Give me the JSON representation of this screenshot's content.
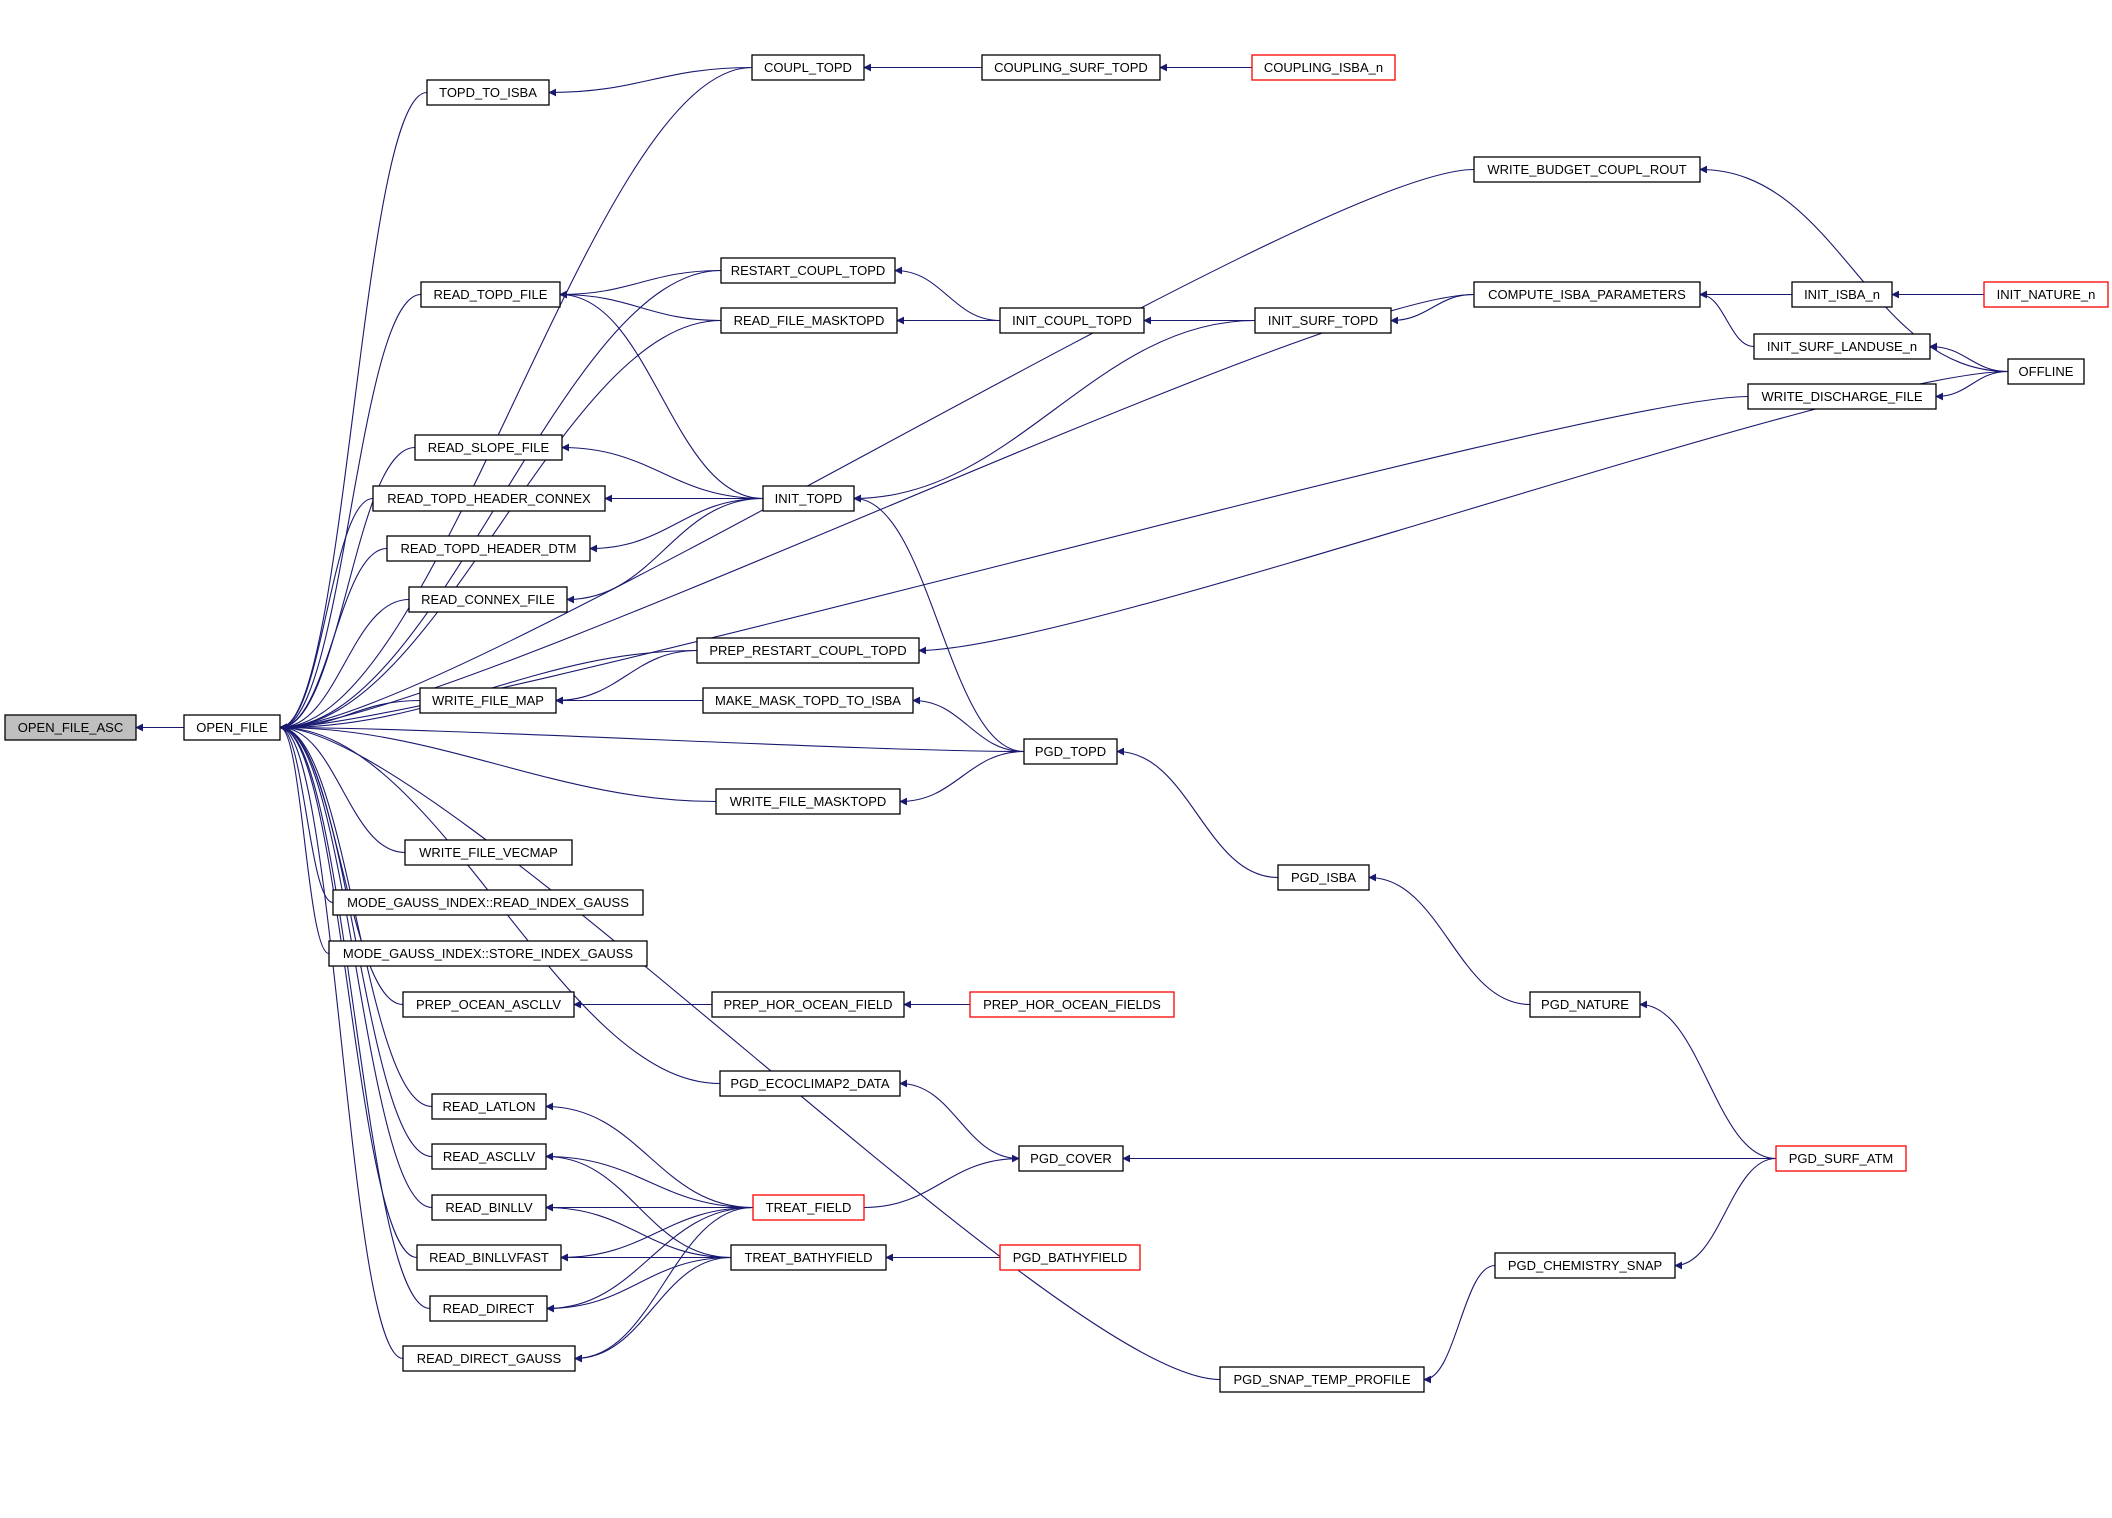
{
  "graph": {
    "nodes": [
      {
        "id": "OPEN_FILE_ASC",
        "label": "OPEN_FILE_ASC",
        "highlight": true
      },
      {
        "id": "OPEN_FILE",
        "label": "OPEN_FILE"
      },
      {
        "id": "COUPL_TOPD",
        "label": "COUPL_TOPD"
      },
      {
        "id": "COUPLING_SURF_TOPD",
        "label": "COUPLING_SURF_TOPD"
      },
      {
        "id": "COUPLING_ISBA_n",
        "label": "COUPLING_ISBA_n",
        "truncated": true
      },
      {
        "id": "TOPD_TO_ISBA",
        "label": "TOPD_TO_ISBA"
      },
      {
        "id": "WRITE_BUDGET_COUPL_ROUT",
        "label": "WRITE_BUDGET_COUPL_ROUT"
      },
      {
        "id": "OFFLINE",
        "label": "OFFLINE"
      },
      {
        "id": "RESTART_COUPL_TOPD",
        "label": "RESTART_COUPL_TOPD"
      },
      {
        "id": "READ_TOPD_FILE",
        "label": "READ_TOPD_FILE"
      },
      {
        "id": "READ_FILE_MASKTOPD",
        "label": "READ_FILE_MASKTOPD"
      },
      {
        "id": "INIT_COUPL_TOPD",
        "label": "INIT_COUPL_TOPD"
      },
      {
        "id": "INIT_SURF_TOPD",
        "label": "INIT_SURF_TOPD"
      },
      {
        "id": "COMPUTE_ISBA_PARAMETERS",
        "label": "COMPUTE_ISBA_PARAMETERS"
      },
      {
        "id": "INIT_ISBA_n",
        "label": "INIT_ISBA_n"
      },
      {
        "id": "INIT_NATURE_n",
        "label": "INIT_NATURE_n",
        "truncated": true
      },
      {
        "id": "INIT_SURF_LANDUSE_n",
        "label": "INIT_SURF_LANDUSE_n"
      },
      {
        "id": "WRITE_DISCHARGE_FILE",
        "label": "WRITE_DISCHARGE_FILE"
      },
      {
        "id": "READ_SLOPE_FILE",
        "label": "READ_SLOPE_FILE"
      },
      {
        "id": "READ_TOPD_HEADER_CONNEX",
        "label": "READ_TOPD_HEADER_CONNEX"
      },
      {
        "id": "INIT_TOPD",
        "label": "INIT_TOPD"
      },
      {
        "id": "READ_TOPD_HEADER_DTM",
        "label": "READ_TOPD_HEADER_DTM"
      },
      {
        "id": "READ_CONNEX_FILE",
        "label": "READ_CONNEX_FILE"
      },
      {
        "id": "PREP_RESTART_COUPL_TOPD",
        "label": "PREP_RESTART_COUPL_TOPD"
      },
      {
        "id": "WRITE_FILE_MAP",
        "label": "WRITE_FILE_MAP"
      },
      {
        "id": "MAKE_MASK_TOPD_TO_ISBA",
        "label": "MAKE_MASK_TOPD_TO_ISBA"
      },
      {
        "id": "PGD_TOPD",
        "label": "PGD_TOPD"
      },
      {
        "id": "WRITE_FILE_MASKTOPD",
        "label": "WRITE_FILE_MASKTOPD"
      },
      {
        "id": "WRITE_FILE_VECMAP",
        "label": "WRITE_FILE_VECMAP"
      },
      {
        "id": "READ_INDEX_GAUSS",
        "label": "MODE_GAUSS_INDEX::READ_INDEX_GAUSS"
      },
      {
        "id": "STORE_INDEX_GAUSS",
        "label": "MODE_GAUSS_INDEX::STORE_INDEX_GAUSS"
      },
      {
        "id": "PGD_ISBA",
        "label": "PGD_ISBA"
      },
      {
        "id": "PREP_OCEAN_ASCLLV",
        "label": "PREP_OCEAN_ASCLLV"
      },
      {
        "id": "PREP_HOR_OCEAN_FIELD",
        "label": "PREP_HOR_OCEAN_FIELD"
      },
      {
        "id": "PREP_HOR_OCEAN_FIELDS",
        "label": "PREP_HOR_OCEAN_FIELDS",
        "truncated": true
      },
      {
        "id": "PGD_NATURE",
        "label": "PGD_NATURE"
      },
      {
        "id": "PGD_ECOCLIMAP2_DATA",
        "label": "PGD_ECOCLIMAP2_DATA"
      },
      {
        "id": "READ_LATLON",
        "label": "READ_LATLON"
      },
      {
        "id": "READ_ASCLLV",
        "label": "READ_ASCLLV"
      },
      {
        "id": "PGD_COVER",
        "label": "PGD_COVER"
      },
      {
        "id": "PGD_SURF_ATM",
        "label": "PGD_SURF_ATM",
        "truncated": true
      },
      {
        "id": "READ_BINLLV",
        "label": "READ_BINLLV"
      },
      {
        "id": "TREAT_FIELD",
        "label": "TREAT_FIELD",
        "truncated": true
      },
      {
        "id": "READ_BINLLVFAST",
        "label": "READ_BINLLVFAST"
      },
      {
        "id": "TREAT_BATHYFIELD",
        "label": "TREAT_BATHYFIELD"
      },
      {
        "id": "PGD_BATHYFIELD",
        "label": "PGD_BATHYFIELD",
        "truncated": true
      },
      {
        "id": "PGD_CHEMISTRY_SNAP",
        "label": "PGD_CHEMISTRY_SNAP"
      },
      {
        "id": "READ_DIRECT",
        "label": "READ_DIRECT"
      },
      {
        "id": "READ_DIRECT_GAUSS",
        "label": "READ_DIRECT_GAUSS"
      },
      {
        "id": "PGD_SNAP_TEMP_PROFILE",
        "label": "PGD_SNAP_TEMP_PROFILE"
      }
    ],
    "edges": [
      [
        "OPEN_FILE",
        "OPEN_FILE_ASC"
      ],
      [
        "COUPL_TOPD",
        "OPEN_FILE"
      ],
      [
        "TOPD_TO_ISBA",
        "OPEN_FILE"
      ],
      [
        "WRITE_BUDGET_COUPL_ROUT",
        "OPEN_FILE"
      ],
      [
        "COMPUTE_ISBA_PARAMETERS",
        "OPEN_FILE"
      ],
      [
        "RESTART_COUPL_TOPD",
        "OPEN_FILE"
      ],
      [
        "READ_TOPD_FILE",
        "OPEN_FILE"
      ],
      [
        "READ_FILE_MASKTOPD",
        "OPEN_FILE"
      ],
      [
        "WRITE_DISCHARGE_FILE",
        "OPEN_FILE"
      ],
      [
        "READ_SLOPE_FILE",
        "OPEN_FILE"
      ],
      [
        "READ_TOPD_HEADER_CONNEX",
        "OPEN_FILE"
      ],
      [
        "READ_TOPD_HEADER_DTM",
        "OPEN_FILE"
      ],
      [
        "READ_CONNEX_FILE",
        "OPEN_FILE"
      ],
      [
        "PREP_RESTART_COUPL_TOPD",
        "OPEN_FILE"
      ],
      [
        "WRITE_FILE_MAP",
        "OPEN_FILE"
      ],
      [
        "PGD_TOPD",
        "OPEN_FILE"
      ],
      [
        "WRITE_FILE_MASKTOPD",
        "OPEN_FILE"
      ],
      [
        "WRITE_FILE_VECMAP",
        "OPEN_FILE"
      ],
      [
        "READ_INDEX_GAUSS",
        "OPEN_FILE"
      ],
      [
        "STORE_INDEX_GAUSS",
        "OPEN_FILE"
      ],
      [
        "PREP_OCEAN_ASCLLV",
        "OPEN_FILE"
      ],
      [
        "PGD_ECOCLIMAP2_DATA",
        "OPEN_FILE"
      ],
      [
        "READ_LATLON",
        "OPEN_FILE"
      ],
      [
        "READ_ASCLLV",
        "OPEN_FILE"
      ],
      [
        "READ_BINLLV",
        "OPEN_FILE"
      ],
      [
        "READ_BINLLVFAST",
        "OPEN_FILE"
      ],
      [
        "READ_DIRECT",
        "OPEN_FILE"
      ],
      [
        "READ_DIRECT_GAUSS",
        "OPEN_FILE"
      ],
      [
        "PGD_SNAP_TEMP_PROFILE",
        "OPEN_FILE"
      ],
      [
        "COUPL_TOPD",
        "TOPD_TO_ISBA"
      ],
      [
        "COUPLING_SURF_TOPD",
        "COUPL_TOPD"
      ],
      [
        "COUPLING_ISBA_n",
        "COUPLING_SURF_TOPD"
      ],
      [
        "OFFLINE",
        "WRITE_BUDGET_COUPL_ROUT"
      ],
      [
        "RESTART_COUPL_TOPD",
        "READ_TOPD_FILE"
      ],
      [
        "READ_FILE_MASKTOPD",
        "READ_TOPD_FILE"
      ],
      [
        "INIT_TOPD",
        "READ_TOPD_FILE"
      ],
      [
        "INIT_COUPL_TOPD",
        "RESTART_COUPL_TOPD"
      ],
      [
        "INIT_COUPL_TOPD",
        "READ_FILE_MASKTOPD"
      ],
      [
        "INIT_SURF_TOPD",
        "INIT_COUPL_TOPD"
      ],
      [
        "COMPUTE_ISBA_PARAMETERS",
        "INIT_SURF_TOPD"
      ],
      [
        "INIT_ISBA_n",
        "COMPUTE_ISBA_PARAMETERS"
      ],
      [
        "INIT_SURF_LANDUSE_n",
        "COMPUTE_ISBA_PARAMETERS"
      ],
      [
        "INIT_NATURE_n",
        "INIT_ISBA_n"
      ],
      [
        "OFFLINE",
        "INIT_SURF_LANDUSE_n"
      ],
      [
        "OFFLINE",
        "WRITE_DISCHARGE_FILE"
      ],
      [
        "INIT_TOPD",
        "READ_SLOPE_FILE"
      ],
      [
        "INIT_TOPD",
        "READ_TOPD_HEADER_CONNEX"
      ],
      [
        "INIT_TOPD",
        "READ_TOPD_HEADER_DTM"
      ],
      [
        "INIT_TOPD",
        "READ_CONNEX_FILE"
      ],
      [
        "INIT_SURF_TOPD",
        "INIT_TOPD"
      ],
      [
        "PGD_TOPD",
        "INIT_TOPD"
      ],
      [
        "OFFLINE",
        "PREP_RESTART_COUPL_TOPD"
      ],
      [
        "PREP_RESTART_COUPL_TOPD",
        "WRITE_FILE_MAP"
      ],
      [
        "MAKE_MASK_TOPD_TO_ISBA",
        "WRITE_FILE_MAP"
      ],
      [
        "PGD_TOPD",
        "MAKE_MASK_TOPD_TO_ISBA"
      ],
      [
        "PGD_TOPD",
        "WRITE_FILE_MASKTOPD"
      ],
      [
        "PGD_ISBA",
        "PGD_TOPD"
      ],
      [
        "PGD_NATURE",
        "PGD_ISBA"
      ],
      [
        "PGD_SURF_ATM",
        "PGD_NATURE"
      ],
      [
        "PREP_HOR_OCEAN_FIELD",
        "PREP_OCEAN_ASCLLV"
      ],
      [
        "PREP_HOR_OCEAN_FIELDS",
        "PREP_HOR_OCEAN_FIELD"
      ],
      [
        "PGD_COVER",
        "PGD_ECOCLIMAP2_DATA"
      ],
      [
        "TREAT_FIELD",
        "PGD_COVER"
      ],
      [
        "PGD_SURF_ATM",
        "PGD_COVER"
      ],
      [
        "TREAT_FIELD",
        "READ_LATLON"
      ],
      [
        "TREAT_FIELD",
        "READ_ASCLLV"
      ],
      [
        "TREAT_FIELD",
        "READ_BINLLV"
      ],
      [
        "TREAT_FIELD",
        "READ_BINLLVFAST"
      ],
      [
        "TREAT_FIELD",
        "READ_DIRECT"
      ],
      [
        "TREAT_FIELD",
        "READ_DIRECT_GAUSS"
      ],
      [
        "TREAT_BATHYFIELD",
        "READ_ASCLLV"
      ],
      [
        "TREAT_BATHYFIELD",
        "READ_BINLLV"
      ],
      [
        "TREAT_BATHYFIELD",
        "READ_BINLLVFAST"
      ],
      [
        "TREAT_BATHYFIELD",
        "READ_DIRECT"
      ],
      [
        "TREAT_BATHYFIELD",
        "READ_DIRECT_GAUSS"
      ],
      [
        "PGD_BATHYFIELD",
        "TREAT_BATHYFIELD"
      ],
      [
        "PGD_SURF_ATM",
        "PGD_CHEMISTRY_SNAP"
      ],
      [
        "PGD_CHEMISTRY_SNAP",
        "PGD_SNAP_TEMP_PROFILE"
      ]
    ]
  }
}
